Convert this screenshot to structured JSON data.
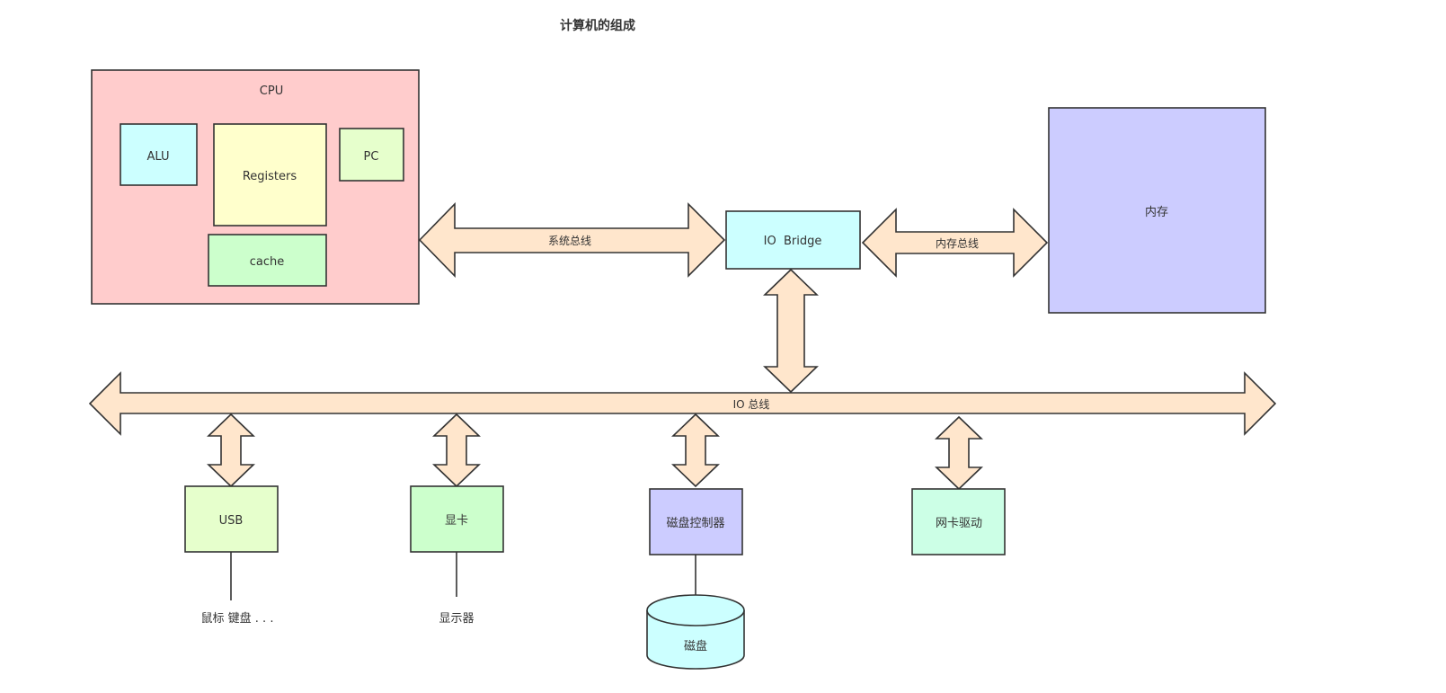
{
  "title": "计算机的组成",
  "colors": {
    "cpu_fill": "#ffcccc",
    "alu_fill": "#ccffff",
    "registers_fill": "#ffffcc",
    "pc_fill": "#e6ffcc",
    "cache_fill": "#ccffcc",
    "bridge_fill": "#ccffff",
    "memory_fill": "#ccccff",
    "bus_fill": "#ffe6cc",
    "usb_fill": "#e6ffcc",
    "gpu_fill": "#ccffcc",
    "disk_ctrl_fill": "#ccccff",
    "nic_fill": "#ccffe6",
    "disk_fill": "#ccffff",
    "stroke": "#333333"
  },
  "cpu": {
    "label": "CPU",
    "alu": "ALU",
    "registers": "Registers",
    "pc": "PC",
    "cache": "cache"
  },
  "buses": {
    "system_bus": "系统总线",
    "memory_bus": "内存总线",
    "io_bus": "IO 总线"
  },
  "io_bridge": "IO  Bridge",
  "memory": "内存",
  "devices": {
    "usb": "USB",
    "usb_peripherals": "鼠标 键盘 . . .",
    "gpu": "显卡",
    "display": "显示器",
    "disk_controller": "磁盘控制器",
    "disk": "磁盘",
    "nic": "网卡驱动"
  }
}
